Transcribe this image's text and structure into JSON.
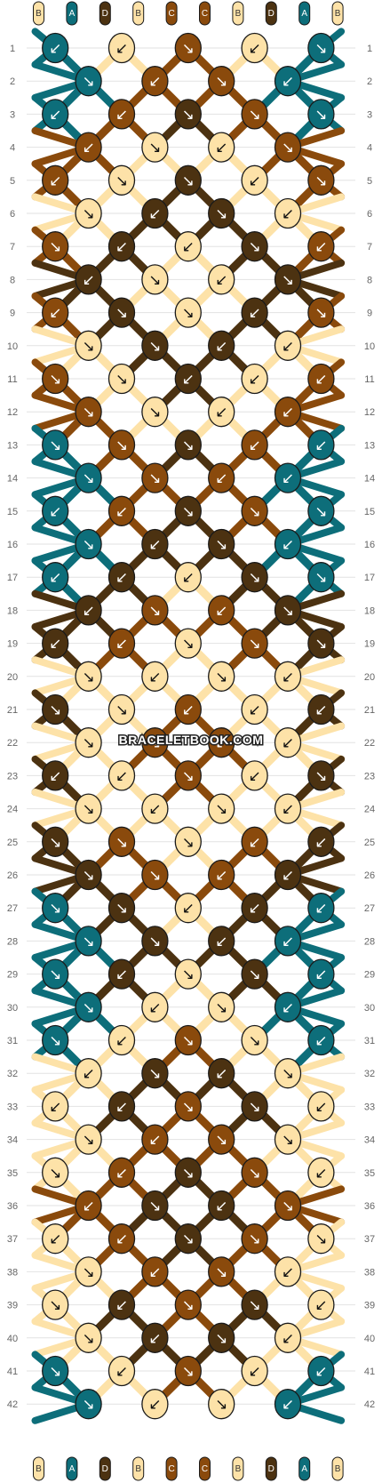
{
  "palette": {
    "A": "#0d6e7a",
    "B": "#fde2a8",
    "C": "#8a4a0c",
    "D": "#4c3211"
  },
  "watermark": "BRACELETBOOK.COM",
  "strands_top": [
    "B",
    "A",
    "D",
    "B",
    "C",
    "C",
    "B",
    "D",
    "A",
    "B"
  ],
  "strands_bottom": [
    "B",
    "A",
    "D",
    "B",
    "C",
    "C",
    "B",
    "D",
    "A",
    "B"
  ],
  "row_numbers": [
    "1",
    "2",
    "3",
    "4",
    "5",
    "6",
    "7",
    "8",
    "9",
    "10",
    "11",
    "12",
    "13",
    "14",
    "15",
    "16",
    "17",
    "18",
    "19",
    "20",
    "21",
    "22",
    "23",
    "24",
    "25",
    "26",
    "27",
    "28",
    "29",
    "30",
    "31",
    "32",
    "33",
    "34",
    "35",
    "36",
    "37",
    "38",
    "39",
    "40",
    "41",
    "42"
  ],
  "knot_rows": [
    [
      {
        "c": "A",
        "d": "↙"
      },
      {
        "c": "B",
        "d": "↙"
      },
      {
        "c": "C",
        "d": "↘"
      },
      {
        "c": "B",
        "d": "↙"
      },
      {
        "c": "A",
        "d": "↘"
      }
    ],
    [
      {
        "c": "A",
        "d": "↘"
      },
      {
        "c": "C",
        "d": "↙"
      },
      {
        "c": "C",
        "d": "↘"
      },
      {
        "c": "A",
        "d": "↙"
      }
    ],
    [
      {
        "c": "A",
        "d": "↙"
      },
      {
        "c": "C",
        "d": "↙"
      },
      {
        "c": "D",
        "d": "↘"
      },
      {
        "c": "C",
        "d": "↘"
      },
      {
        "c": "A",
        "d": "↘"
      }
    ],
    [
      {
        "c": "C",
        "d": "↙"
      },
      {
        "c": "B",
        "d": "↘"
      },
      {
        "c": "B",
        "d": "↙"
      },
      {
        "c": "C",
        "d": "↘"
      }
    ],
    [
      {
        "c": "C",
        "d": "↙"
      },
      {
        "c": "B",
        "d": "↘"
      },
      {
        "c": "D",
        "d": "↘"
      },
      {
        "c": "B",
        "d": "↙"
      },
      {
        "c": "C",
        "d": "↘"
      }
    ],
    [
      {
        "c": "B",
        "d": "↘"
      },
      {
        "c": "D",
        "d": "↙"
      },
      {
        "c": "D",
        "d": "↘"
      },
      {
        "c": "B",
        "d": "↙"
      }
    ],
    [
      {
        "c": "C",
        "d": "↘"
      },
      {
        "c": "D",
        "d": "↙"
      },
      {
        "c": "B",
        "d": "↙"
      },
      {
        "c": "D",
        "d": "↘"
      },
      {
        "c": "C",
        "d": "↙"
      }
    ],
    [
      {
        "c": "D",
        "d": "↙"
      },
      {
        "c": "B",
        "d": "↘"
      },
      {
        "c": "B",
        "d": "↙"
      },
      {
        "c": "D",
        "d": "↘"
      }
    ],
    [
      {
        "c": "C",
        "d": "↙"
      },
      {
        "c": "D",
        "d": "↘"
      },
      {
        "c": "B",
        "d": "↘"
      },
      {
        "c": "D",
        "d": "↙"
      },
      {
        "c": "C",
        "d": "↘"
      }
    ],
    [
      {
        "c": "B",
        "d": "↘"
      },
      {
        "c": "D",
        "d": "↘"
      },
      {
        "c": "D",
        "d": "↙"
      },
      {
        "c": "B",
        "d": "↙"
      }
    ],
    [
      {
        "c": "C",
        "d": "↘"
      },
      {
        "c": "B",
        "d": "↘"
      },
      {
        "c": "D",
        "d": "↙"
      },
      {
        "c": "B",
        "d": "↙"
      },
      {
        "c": "C",
        "d": "↙"
      }
    ],
    [
      {
        "c": "C",
        "d": "↘"
      },
      {
        "c": "B",
        "d": "↘"
      },
      {
        "c": "B",
        "d": "↙"
      },
      {
        "c": "C",
        "d": "↙"
      }
    ],
    [
      {
        "c": "A",
        "d": "↘"
      },
      {
        "c": "C",
        "d": "↘"
      },
      {
        "c": "D",
        "d": "↘"
      },
      {
        "c": "C",
        "d": "↙"
      },
      {
        "c": "A",
        "d": "↙"
      }
    ],
    [
      {
        "c": "A",
        "d": "↘"
      },
      {
        "c": "C",
        "d": "↘"
      },
      {
        "c": "C",
        "d": "↙"
      },
      {
        "c": "A",
        "d": "↙"
      }
    ],
    [
      {
        "c": "A",
        "d": "↙"
      },
      {
        "c": "C",
        "d": "↙"
      },
      {
        "c": "D",
        "d": "↘"
      },
      {
        "c": "C",
        "d": "↘"
      },
      {
        "c": "A",
        "d": "↘"
      }
    ],
    [
      {
        "c": "A",
        "d": "↘"
      },
      {
        "c": "D",
        "d": "↙"
      },
      {
        "c": "D",
        "d": "↘"
      },
      {
        "c": "A",
        "d": "↙"
      }
    ],
    [
      {
        "c": "A",
        "d": "↙"
      },
      {
        "c": "D",
        "d": "↙"
      },
      {
        "c": "B",
        "d": "↙"
      },
      {
        "c": "D",
        "d": "↘"
      },
      {
        "c": "A",
        "d": "↘"
      }
    ],
    [
      {
        "c": "D",
        "d": "↙"
      },
      {
        "c": "C",
        "d": "↘"
      },
      {
        "c": "C",
        "d": "↙"
      },
      {
        "c": "D",
        "d": "↘"
      }
    ],
    [
      {
        "c": "D",
        "d": "↙"
      },
      {
        "c": "C",
        "d": "↙"
      },
      {
        "c": "B",
        "d": "↘"
      },
      {
        "c": "C",
        "d": "↘"
      },
      {
        "c": "D",
        "d": "↘"
      }
    ],
    [
      {
        "c": "B",
        "d": "↘"
      },
      {
        "c": "B",
        "d": "↙"
      },
      {
        "c": "B",
        "d": "↘"
      },
      {
        "c": "B",
        "d": "↙"
      }
    ],
    [
      {
        "c": "D",
        "d": "↘"
      },
      {
        "c": "B",
        "d": "↘"
      },
      {
        "c": "C",
        "d": "↙"
      },
      {
        "c": "B",
        "d": "↙"
      },
      {
        "c": "D",
        "d": "↙"
      }
    ],
    [
      {
        "c": "B",
        "d": "↘"
      },
      {
        "c": "C",
        "d": "↘"
      },
      {
        "c": "C",
        "d": "↙"
      },
      {
        "c": "B",
        "d": "↙"
      }
    ],
    [
      {
        "c": "D",
        "d": "↙"
      },
      {
        "c": "B",
        "d": "↙"
      },
      {
        "c": "C",
        "d": "↘"
      },
      {
        "c": "B",
        "d": "↙"
      },
      {
        "c": "D",
        "d": "↘"
      }
    ],
    [
      {
        "c": "B",
        "d": "↘"
      },
      {
        "c": "B",
        "d": "↙"
      },
      {
        "c": "B",
        "d": "↘"
      },
      {
        "c": "B",
        "d": "↙"
      }
    ],
    [
      {
        "c": "D",
        "d": "↘"
      },
      {
        "c": "C",
        "d": "↘"
      },
      {
        "c": "B",
        "d": "↘"
      },
      {
        "c": "C",
        "d": "↙"
      },
      {
        "c": "D",
        "d": "↙"
      }
    ],
    [
      {
        "c": "D",
        "d": "↘"
      },
      {
        "c": "C",
        "d": "↘"
      },
      {
        "c": "C",
        "d": "↙"
      },
      {
        "c": "D",
        "d": "↙"
      }
    ],
    [
      {
        "c": "A",
        "d": "↘"
      },
      {
        "c": "D",
        "d": "↘"
      },
      {
        "c": "B",
        "d": "↙"
      },
      {
        "c": "D",
        "d": "↙"
      },
      {
        "c": "A",
        "d": "↙"
      }
    ],
    [
      {
        "c": "A",
        "d": "↘"
      },
      {
        "c": "D",
        "d": "↘"
      },
      {
        "c": "D",
        "d": "↙"
      },
      {
        "c": "A",
        "d": "↙"
      }
    ],
    [
      {
        "c": "A",
        "d": "↘"
      },
      {
        "c": "D",
        "d": "↙"
      },
      {
        "c": "B",
        "d": "↘"
      },
      {
        "c": "D",
        "d": "↘"
      },
      {
        "c": "A",
        "d": "↙"
      }
    ],
    [
      {
        "c": "A",
        "d": "↘"
      },
      {
        "c": "B",
        "d": "↙"
      },
      {
        "c": "B",
        "d": "↘"
      },
      {
        "c": "A",
        "d": "↙"
      }
    ],
    [
      {
        "c": "A",
        "d": "↘"
      },
      {
        "c": "B",
        "d": "↙"
      },
      {
        "c": "C",
        "d": "↘"
      },
      {
        "c": "B",
        "d": "↘"
      },
      {
        "c": "A",
        "d": "↙"
      }
    ],
    [
      {
        "c": "B",
        "d": "↙"
      },
      {
        "c": "D",
        "d": "↘"
      },
      {
        "c": "D",
        "d": "↙"
      },
      {
        "c": "B",
        "d": "↘"
      }
    ],
    [
      {
        "c": "B",
        "d": "↙"
      },
      {
        "c": "D",
        "d": "↙"
      },
      {
        "c": "C",
        "d": "↘"
      },
      {
        "c": "D",
        "d": "↘"
      },
      {
        "c": "B",
        "d": "↙"
      }
    ],
    [
      {
        "c": "B",
        "d": "↘"
      },
      {
        "c": "C",
        "d": "↙"
      },
      {
        "c": "C",
        "d": "↘"
      },
      {
        "c": "B",
        "d": "↘"
      }
    ],
    [
      {
        "c": "B",
        "d": "↘"
      },
      {
        "c": "C",
        "d": "↙"
      },
      {
        "c": "D",
        "d": "↘"
      },
      {
        "c": "C",
        "d": "↘"
      },
      {
        "c": "B",
        "d": "↙"
      }
    ],
    [
      {
        "c": "C",
        "d": "↙"
      },
      {
        "c": "D",
        "d": "↘"
      },
      {
        "c": "D",
        "d": "↙"
      },
      {
        "c": "C",
        "d": "↘"
      }
    ],
    [
      {
        "c": "B",
        "d": "↙"
      },
      {
        "c": "C",
        "d": "↙"
      },
      {
        "c": "D",
        "d": "↘"
      },
      {
        "c": "C",
        "d": "↘"
      },
      {
        "c": "B",
        "d": "↘"
      }
    ],
    [
      {
        "c": "B",
        "d": "↘"
      },
      {
        "c": "C",
        "d": "↙"
      },
      {
        "c": "C",
        "d": "↘"
      },
      {
        "c": "B",
        "d": "↙"
      }
    ],
    [
      {
        "c": "B",
        "d": "↘"
      },
      {
        "c": "D",
        "d": "↙"
      },
      {
        "c": "C",
        "d": "↘"
      },
      {
        "c": "D",
        "d": "↘"
      },
      {
        "c": "B",
        "d": "↙"
      }
    ],
    [
      {
        "c": "B",
        "d": "↘"
      },
      {
        "c": "D",
        "d": "↙"
      },
      {
        "c": "D",
        "d": "↘"
      },
      {
        "c": "B",
        "d": "↙"
      }
    ],
    [
      {
        "c": "A",
        "d": "↘"
      },
      {
        "c": "B",
        "d": "↙"
      },
      {
        "c": "C",
        "d": "↘"
      },
      {
        "c": "B",
        "d": "↙"
      },
      {
        "c": "A",
        "d": "↙"
      }
    ],
    [
      {
        "c": "A",
        "d": "↘"
      },
      {
        "c": "B",
        "d": "↙"
      },
      {
        "c": "B",
        "d": "↘"
      },
      {
        "c": "A",
        "d": "↙"
      }
    ]
  ]
}
